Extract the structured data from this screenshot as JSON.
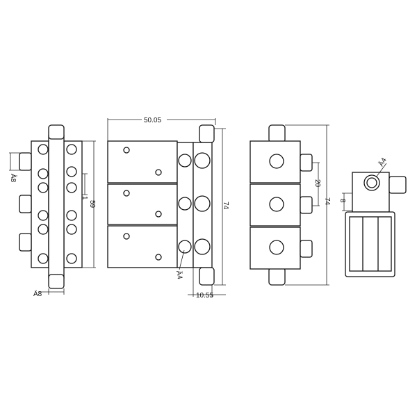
{
  "views": {
    "manifold_front": {
      "dim_inlet": "Ä8",
      "dim_height": "59",
      "dim_pitch": "1",
      "dim_tube": "Ä8"
    },
    "side": {
      "dim_width": "50.05",
      "dim_length": "74",
      "dim_port": "Ä4",
      "dim_offset": "10.55"
    },
    "back": {
      "dim_length": "74",
      "dim_pitch": "20"
    },
    "end": {
      "dim_port": "Ä4",
      "dim_height": "8"
    }
  }
}
